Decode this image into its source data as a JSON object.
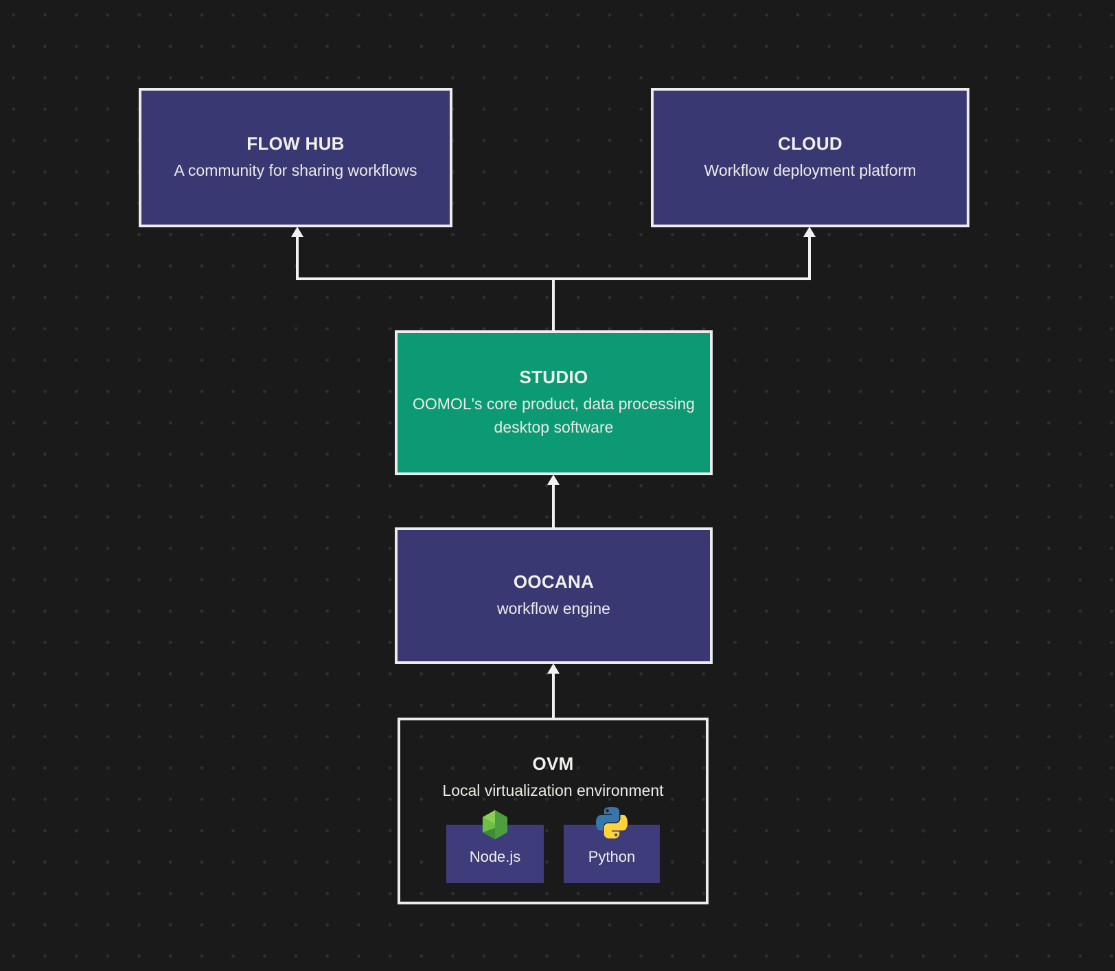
{
  "diagram": {
    "background_color": "#1a1a1a",
    "grid_dot_color": "#2f2f2f",
    "connector_color": "#f1f1f1",
    "border_color": "#ececec",
    "nodes": {
      "flow_hub": {
        "title": "FLOW HUB",
        "subtitle": "A community for sharing workflows",
        "fill": "#3a3873"
      },
      "cloud": {
        "title": "CLOUD",
        "subtitle": "Workflow deployment platform",
        "fill": "#3a3873"
      },
      "studio": {
        "title": "STUDIO",
        "subtitle": "OOMOL's core product, data processing\ndesktop software",
        "fill": "#0b9a74"
      },
      "oocana": {
        "title": "OOCANA",
        "subtitle": "workflow engine",
        "fill": "#3a3873"
      },
      "ovm": {
        "title": "OVM",
        "subtitle": "Local virtualization environment",
        "fill": "transparent",
        "children": [
          {
            "label": "Node.js",
            "icon": "nodejs-icon",
            "fill": "#3e3c7a"
          },
          {
            "label": "Python",
            "icon": "python-icon",
            "fill": "#3e3c7a"
          }
        ]
      }
    },
    "edges": [
      {
        "from": "STUDIO",
        "to": "FLOW HUB",
        "direction": "up"
      },
      {
        "from": "STUDIO",
        "to": "CLOUD",
        "direction": "up"
      },
      {
        "from": "OOCANA",
        "to": "STUDIO",
        "direction": "up"
      },
      {
        "from": "OVM",
        "to": "OOCANA",
        "direction": "up"
      }
    ]
  }
}
